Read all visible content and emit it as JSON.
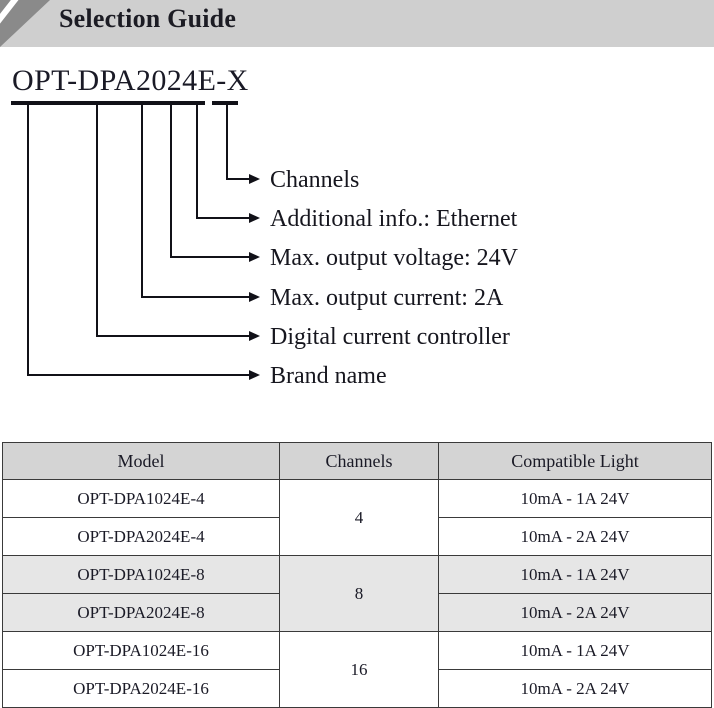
{
  "header": {
    "title": "Selection Guide",
    "banner_color": "#cfcfcf",
    "corner_color": "#8a8a8a"
  },
  "breakdown": {
    "part_number": "OPT-DPA2024E-X",
    "callouts": [
      {
        "label": "Channels",
        "segment": "X"
      },
      {
        "label": "Additional info.: Ethernet",
        "segment": "E"
      },
      {
        "label": "Max. output voltage: 24V",
        "segment": "24"
      },
      {
        "label": "Max. output current: 2A",
        "segment": "20"
      },
      {
        "label": "Digital current controller",
        "segment": "DPA"
      },
      {
        "label": "Brand name",
        "segment": "OPT"
      }
    ]
  },
  "table": {
    "columns": [
      "Model",
      "Channels",
      "Compatible Light"
    ],
    "header_bg": "#d4d4d4",
    "shaded_bg": "#e6e6e6",
    "groups": [
      {
        "channels": "4",
        "shaded": false,
        "rows": [
          {
            "model": "OPT-DPA1024E-4",
            "light": "10mA - 1A 24V"
          },
          {
            "model": "OPT-DPA2024E-4",
            "light": "10mA - 2A 24V"
          }
        ]
      },
      {
        "channels": "8",
        "shaded": true,
        "rows": [
          {
            "model": "OPT-DPA1024E-8",
            "light": "10mA - 1A 24V"
          },
          {
            "model": "OPT-DPA2024E-8",
            "light": "10mA - 2A 24V"
          }
        ]
      },
      {
        "channels": "16",
        "shaded": false,
        "rows": [
          {
            "model": "OPT-DPA1024E-16",
            "light": "10mA - 1A 24V"
          },
          {
            "model": "OPT-DPA2024E-16",
            "light": "10mA - 2A 24V"
          }
        ]
      }
    ]
  }
}
